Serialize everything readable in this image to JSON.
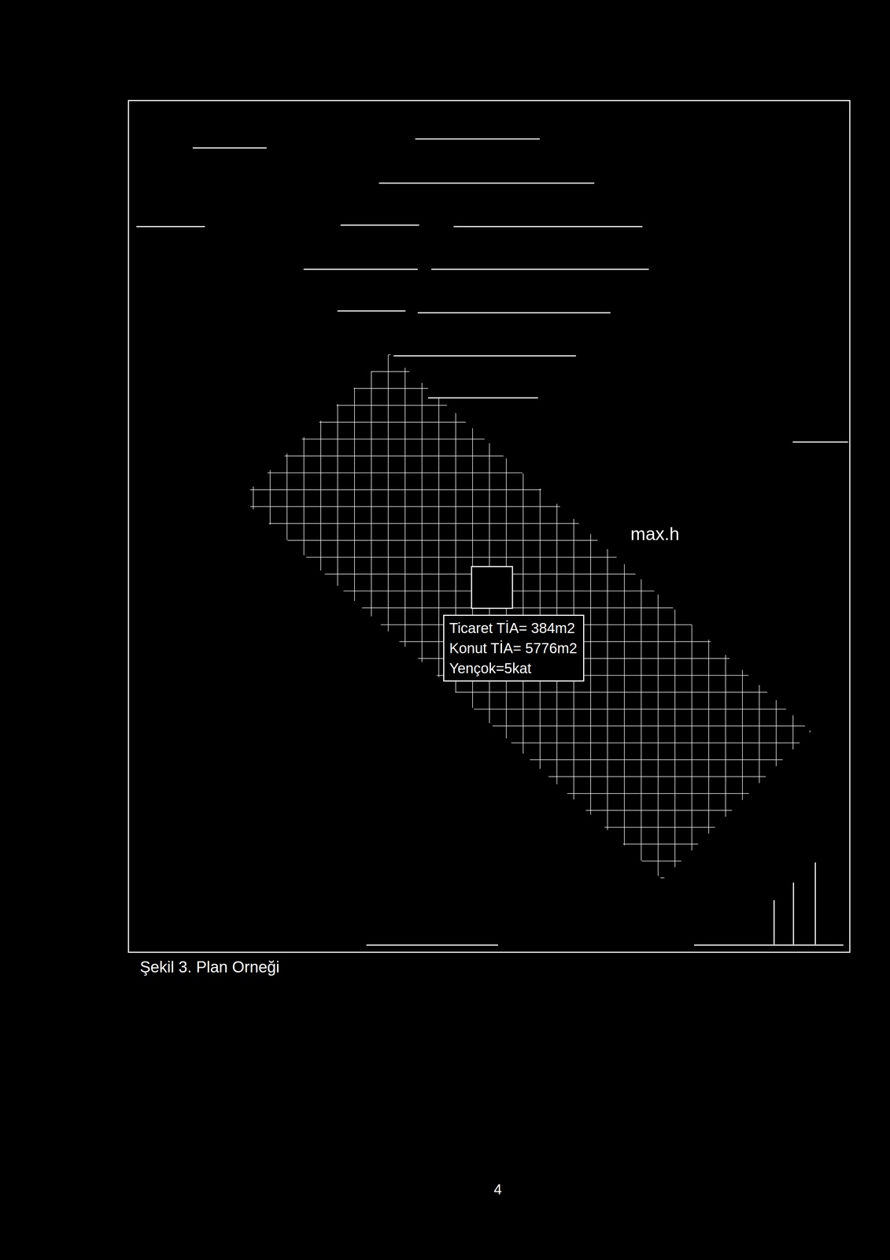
{
  "diagram": {
    "caption": "Şekil 3. Plan Orneği",
    "nodes": [
      {
        "text": [
          "Ticaret TİA= 384m2",
          "Konut TİA= 5776m2",
          "Yençok=5kat"
        ]
      }
    ],
    "labels": [
      "max.h",
      "4"
    ]
  }
}
